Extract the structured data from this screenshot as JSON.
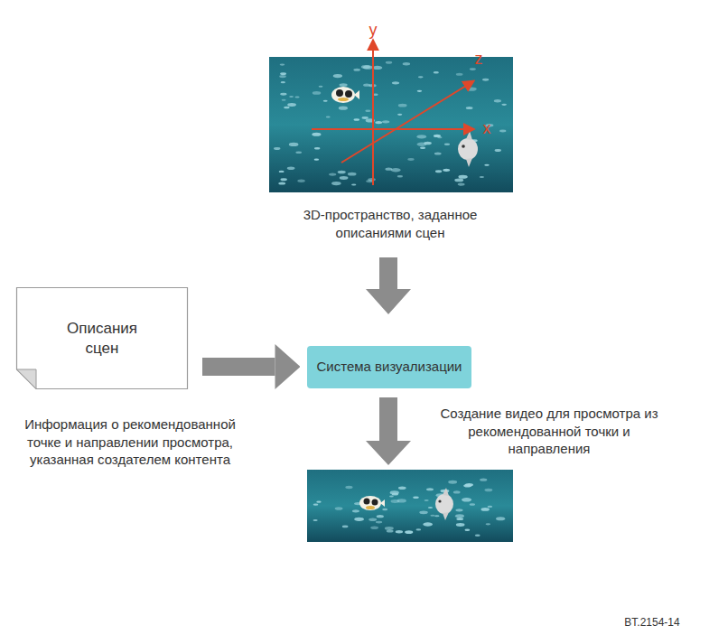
{
  "diagram": {
    "nodes": [
      {
        "text": [
          "Описания сцен"
        ]
      },
      {
        "text": [
          "Система визуализации"
        ]
      }
    ],
    "edges": [
      {
        "from": 0,
        "to": 1,
        "arrow": "to"
      }
    ],
    "labels": [
      "y",
      "z",
      "x",
      "3D-пространство, заданное описаниями сцен",
      "Информация о рекомендованной точке и направлении просмотра, указанная создателем контента",
      "Создание видео для просмотра из рекомендованной точки и направления",
      "BT.2154-14"
    ]
  }
}
